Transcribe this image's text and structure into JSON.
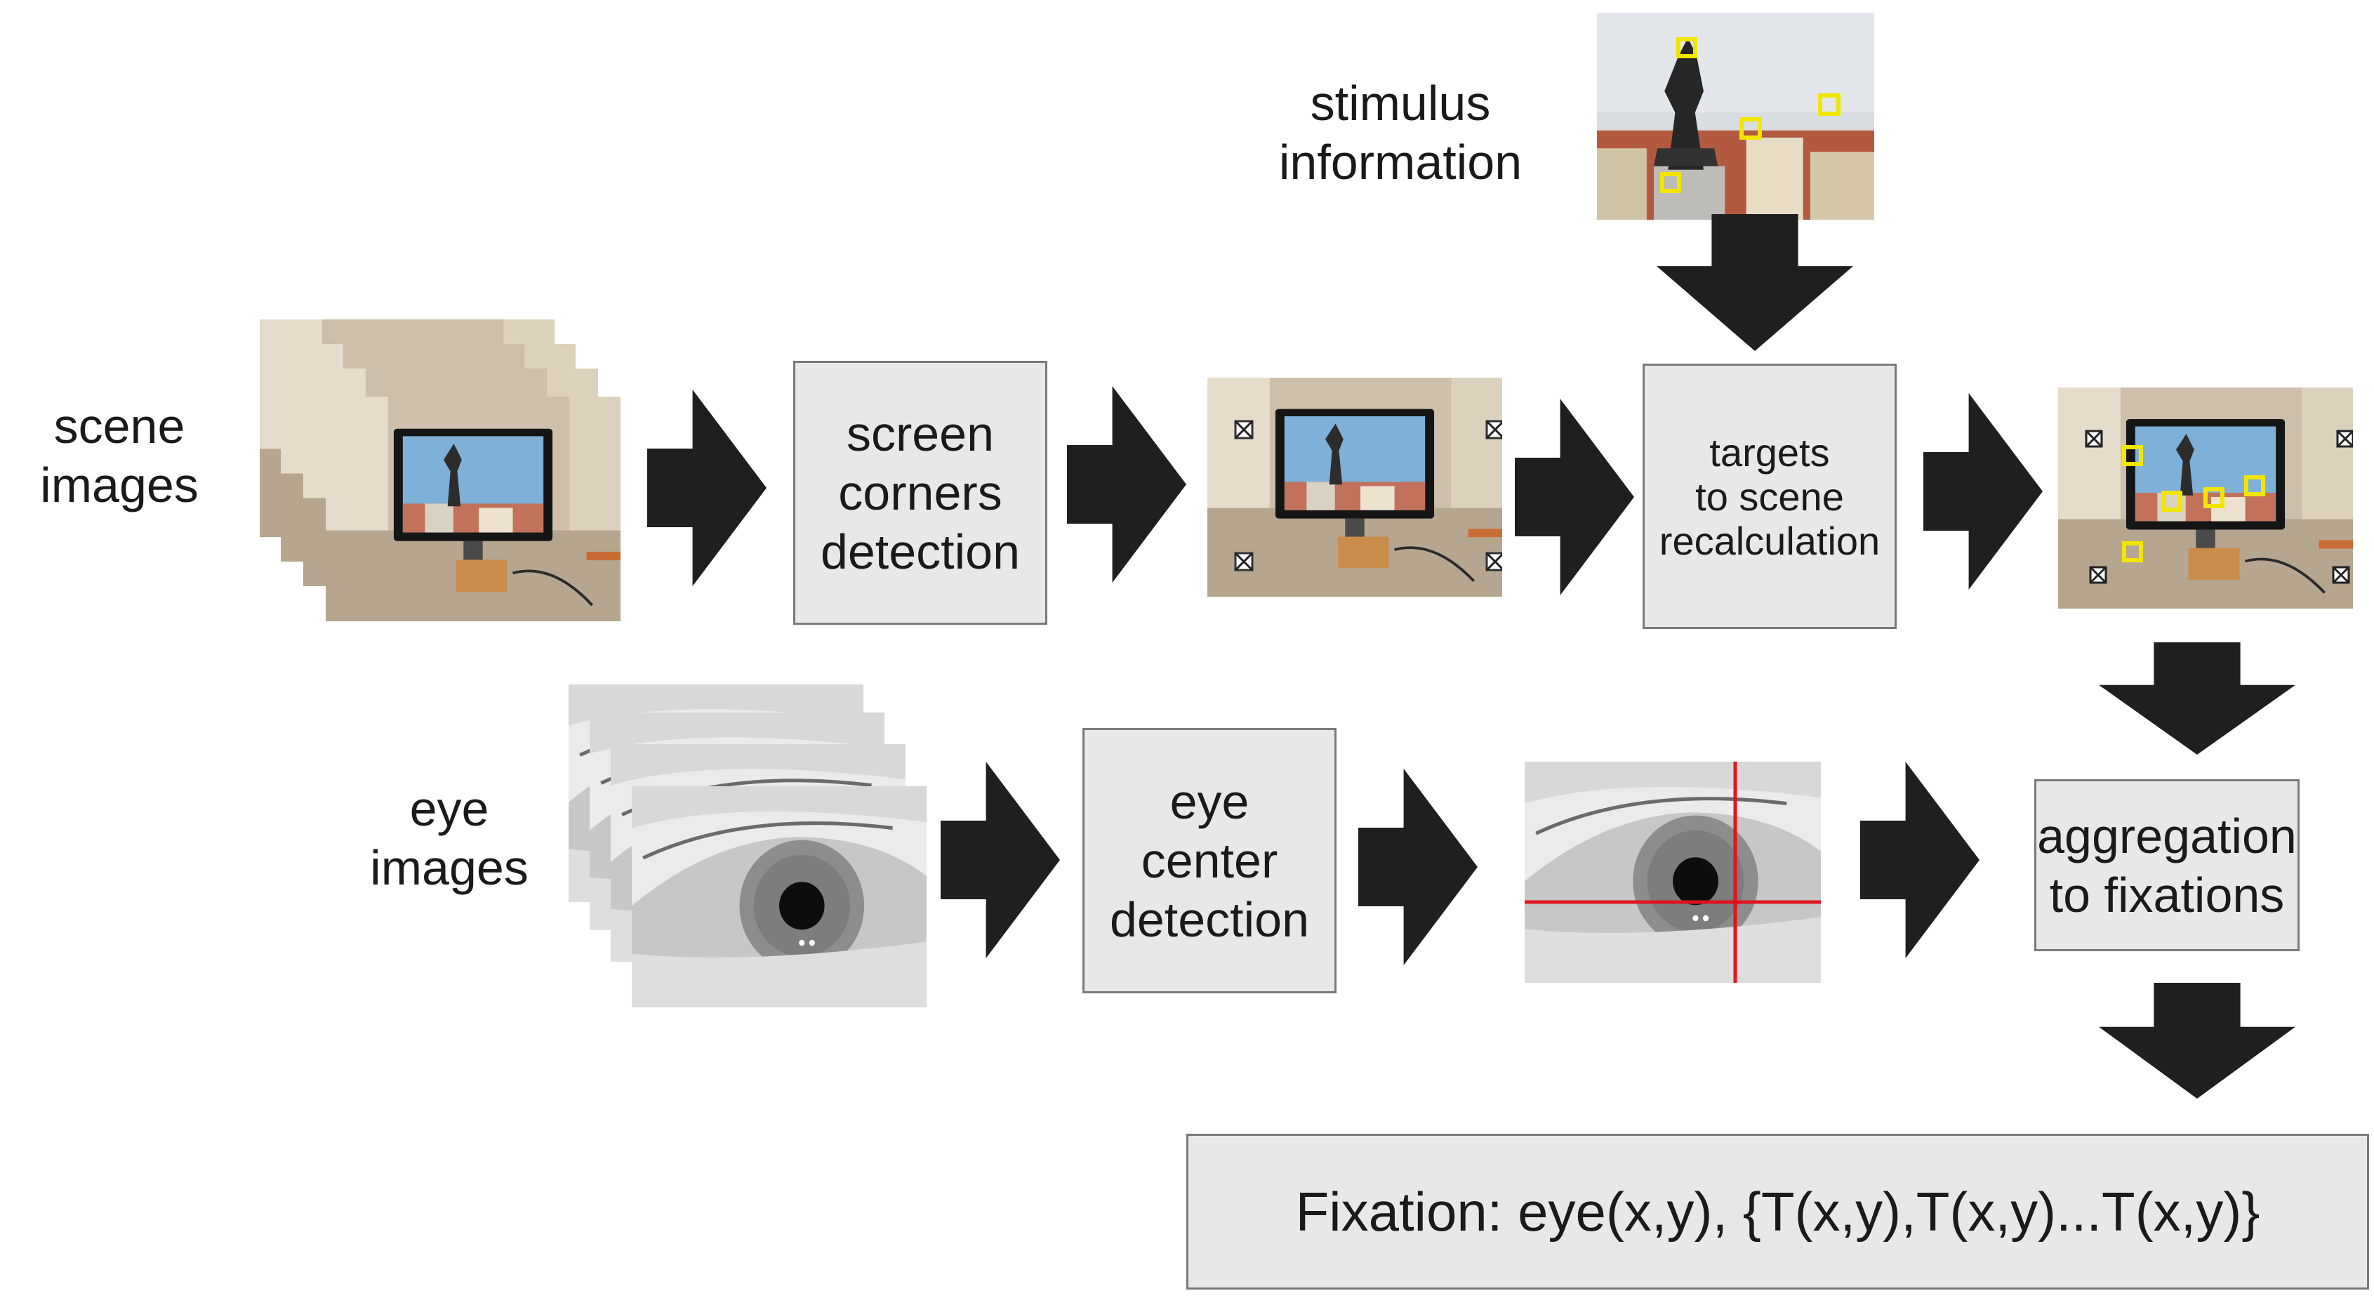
{
  "labels": {
    "scene_images": [
      "scene",
      "images"
    ],
    "eye_images": [
      "eye",
      "images"
    ],
    "stimulus_information": [
      "stimulus",
      "information"
    ]
  },
  "boxes": {
    "screen_corners_detection": [
      "screen",
      "corners",
      "detection"
    ],
    "targets_to_scene_recalculation": [
      "targets",
      "to scene",
      "recalculation"
    ],
    "eye_center_detection": [
      "eye",
      "center",
      "detection"
    ],
    "aggregation_to_fixations": [
      "aggregation",
      "to fixations"
    ],
    "fixation_output": "Fixation: eye(x,y), {T(x,y),T(x,y)...T(x,y)}"
  },
  "colors": {
    "box_fill": "#e8e8e8",
    "box_border": "#7a7a7a",
    "arrow": "#1f1f1f",
    "target_marker": "#f2e600",
    "crosshair": "#e0141c",
    "corner_marker": "#ffffff"
  },
  "icons": [
    "scene-image-stack",
    "eye-image-stack",
    "stimulus-image",
    "scene-corners-image",
    "scene-targets-image",
    "eye-center-image",
    "flow-arrow"
  ]
}
